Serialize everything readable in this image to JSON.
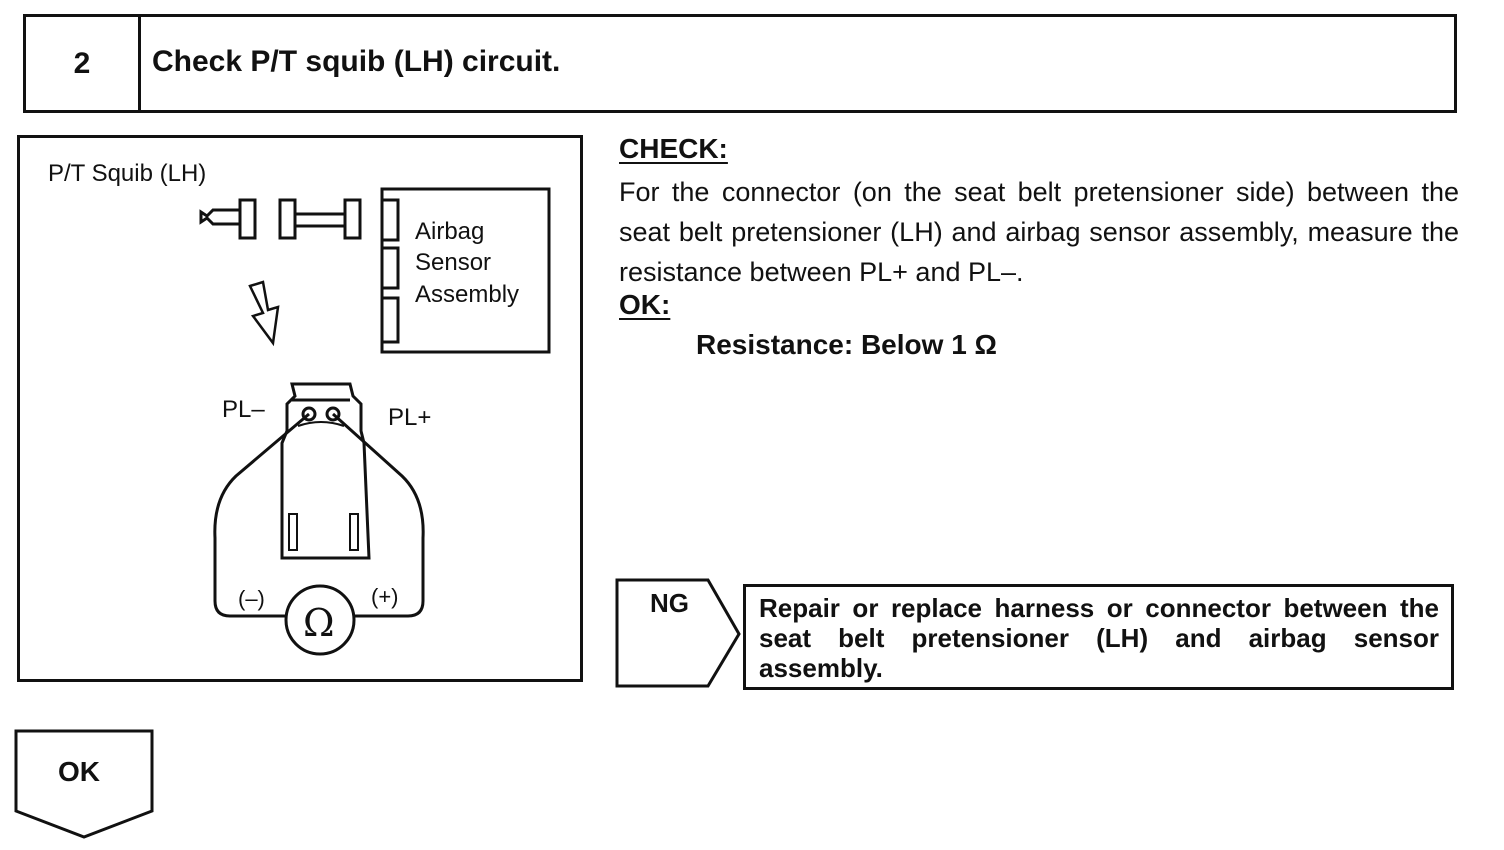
{
  "step": {
    "number": "2",
    "title": "Check P/T squib (LH) circuit."
  },
  "figure": {
    "squib_label": "P/T Squib (LH)",
    "sensor_label_1": "Airbag",
    "sensor_label_2": "Sensor",
    "sensor_label_3": "Assembly",
    "pl_minus": "PL–",
    "pl_plus": "PL+",
    "meter_minus": "(–)",
    "meter_plus": "(+)",
    "ohm_symbol": "Ω"
  },
  "check": {
    "heading": "CHECK:",
    "text": "For the connector (on the seat belt pretensioner side) between the seat belt pretensioner (LH) and airbag sensor assembly, measure the resistance between PL+ and PL–."
  },
  "ok": {
    "heading": "OK:",
    "spec": "Resistance: Below 1 Ω"
  },
  "ng": {
    "label": "NG",
    "action": "Repair or replace harness or connector between the seat belt pretensioner (LH) and airbag sensor assembly."
  },
  "next": {
    "label": "OK"
  }
}
